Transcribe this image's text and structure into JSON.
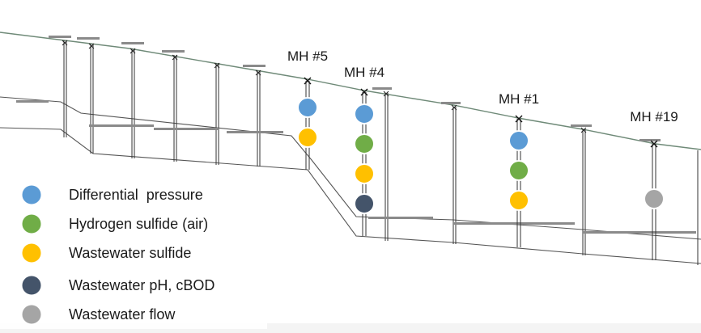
{
  "manholes": [
    {
      "label": "MH #5",
      "sensors": [
        "differential-pressure",
        "wastewater-sulfide"
      ]
    },
    {
      "label": "MH #4",
      "sensors": [
        "differential-pressure",
        "hydrogen-sulfide-air",
        "wastewater-sulfide",
        "wastewater-ph-cbod"
      ]
    },
    {
      "label": "MH #1",
      "sensors": [
        "differential-pressure",
        "hydrogen-sulfide-air",
        "wastewater-sulfide"
      ]
    },
    {
      "label": "MH #19",
      "sensors": [
        "wastewater-flow"
      ]
    }
  ],
  "legend": [
    {
      "key": "differential-pressure",
      "label": "Differential  pressure",
      "color": "#5b9bd5"
    },
    {
      "key": "hydrogen-sulfide-air",
      "label": "Hydrogen sulfide (air)",
      "color": "#70ad47"
    },
    {
      "key": "wastewater-sulfide",
      "label": "Wastewater sulfide",
      "color": "#ffc000"
    },
    {
      "key": "wastewater-ph-cbod",
      "label": "Wastewater pH, cBOD",
      "color": "#44546a"
    },
    {
      "key": "wastewater-flow",
      "label": "Wastewater flow",
      "color": "#a5a5a5"
    }
  ]
}
